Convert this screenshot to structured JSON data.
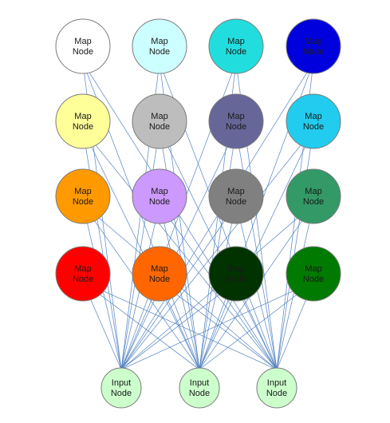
{
  "map_nodes": [
    {
      "line1": "Map",
      "line2": "Node",
      "color": "#ffffff"
    },
    {
      "line1": "Map",
      "line2": "Node",
      "color": "#ccffff"
    },
    {
      "line1": "Map",
      "line2": "Node",
      "color": "#22dddd"
    },
    {
      "line1": "Map",
      "line2": "Node",
      "color": "#0000dd"
    },
    {
      "line1": "Map",
      "line2": "Node",
      "color": "#ffff99"
    },
    {
      "line1": "Map",
      "line2": "Node",
      "color": "#bdbdbd"
    },
    {
      "line1": "Map",
      "line2": "Node",
      "color": "#666699"
    },
    {
      "line1": "Map",
      "line2": "Node",
      "color": "#22ccee"
    },
    {
      "line1": "Map",
      "line2": "Node",
      "color": "#ff9900"
    },
    {
      "line1": "Map",
      "line2": "Node",
      "color": "#cc99ff"
    },
    {
      "line1": "Map",
      "line2": "Node",
      "color": "#808080"
    },
    {
      "line1": "Map",
      "line2": "Node",
      "color": "#339966"
    },
    {
      "line1": "Map",
      "line2": "Node",
      "color": "#ff0000"
    },
    {
      "line1": "Map",
      "line2": "Node",
      "color": "#ff6600"
    },
    {
      "line1": "Map",
      "line2": "Node",
      "color": "#003300"
    },
    {
      "line1": "Map",
      "line2": "Node",
      "color": "#007a00"
    }
  ],
  "input_nodes": [
    {
      "line1": "Input",
      "line2": "Node",
      "color": "#ccffcc"
    },
    {
      "line1": "Input",
      "line2": "Node",
      "color": "#ccffcc"
    },
    {
      "line1": "Input",
      "line2": "Node",
      "color": "#ccffcc"
    }
  ],
  "edge_color": "#4f7fc0"
}
